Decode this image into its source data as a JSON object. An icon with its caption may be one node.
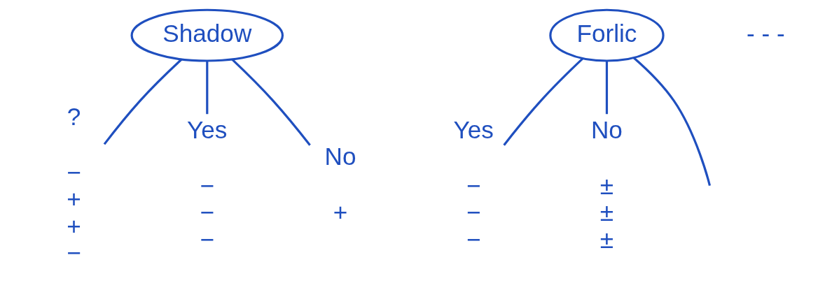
{
  "diagram": {
    "nodes": [
      {
        "text": [
          "Shadow"
        ]
      },
      {
        "text": [
          "?"
        ],
        "beside": [
          "−",
          "+",
          "+",
          "−"
        ]
      },
      {
        "text": [
          "Yes"
        ],
        "beside": [
          "−",
          "−",
          "−"
        ]
      },
      {
        "text": [
          "No"
        ],
        "beside": [
          "+"
        ]
      },
      {
        "text": [
          "Forlic"
        ]
      },
      {
        "text": [
          "Yes"
        ],
        "beside": [
          "−",
          "−",
          "−"
        ]
      },
      {
        "text": [
          "No"
        ],
        "beside": [
          "±",
          "±",
          "±"
        ]
      }
    ],
    "edges": [
      {
        "from": 0,
        "to": 1,
        "arrow": "none"
      },
      {
        "from": 0,
        "to": 2,
        "arrow": "none"
      },
      {
        "from": 0,
        "to": 3,
        "arrow": "none"
      },
      {
        "from": 4,
        "to": 5,
        "arrow": "none"
      },
      {
        "from": 4,
        "to": 6,
        "arrow": "none"
      },
      {
        "from": 4,
        "to": null,
        "arrow": "none"
      }
    ],
    "labels": [
      "- - -"
    ]
  }
}
